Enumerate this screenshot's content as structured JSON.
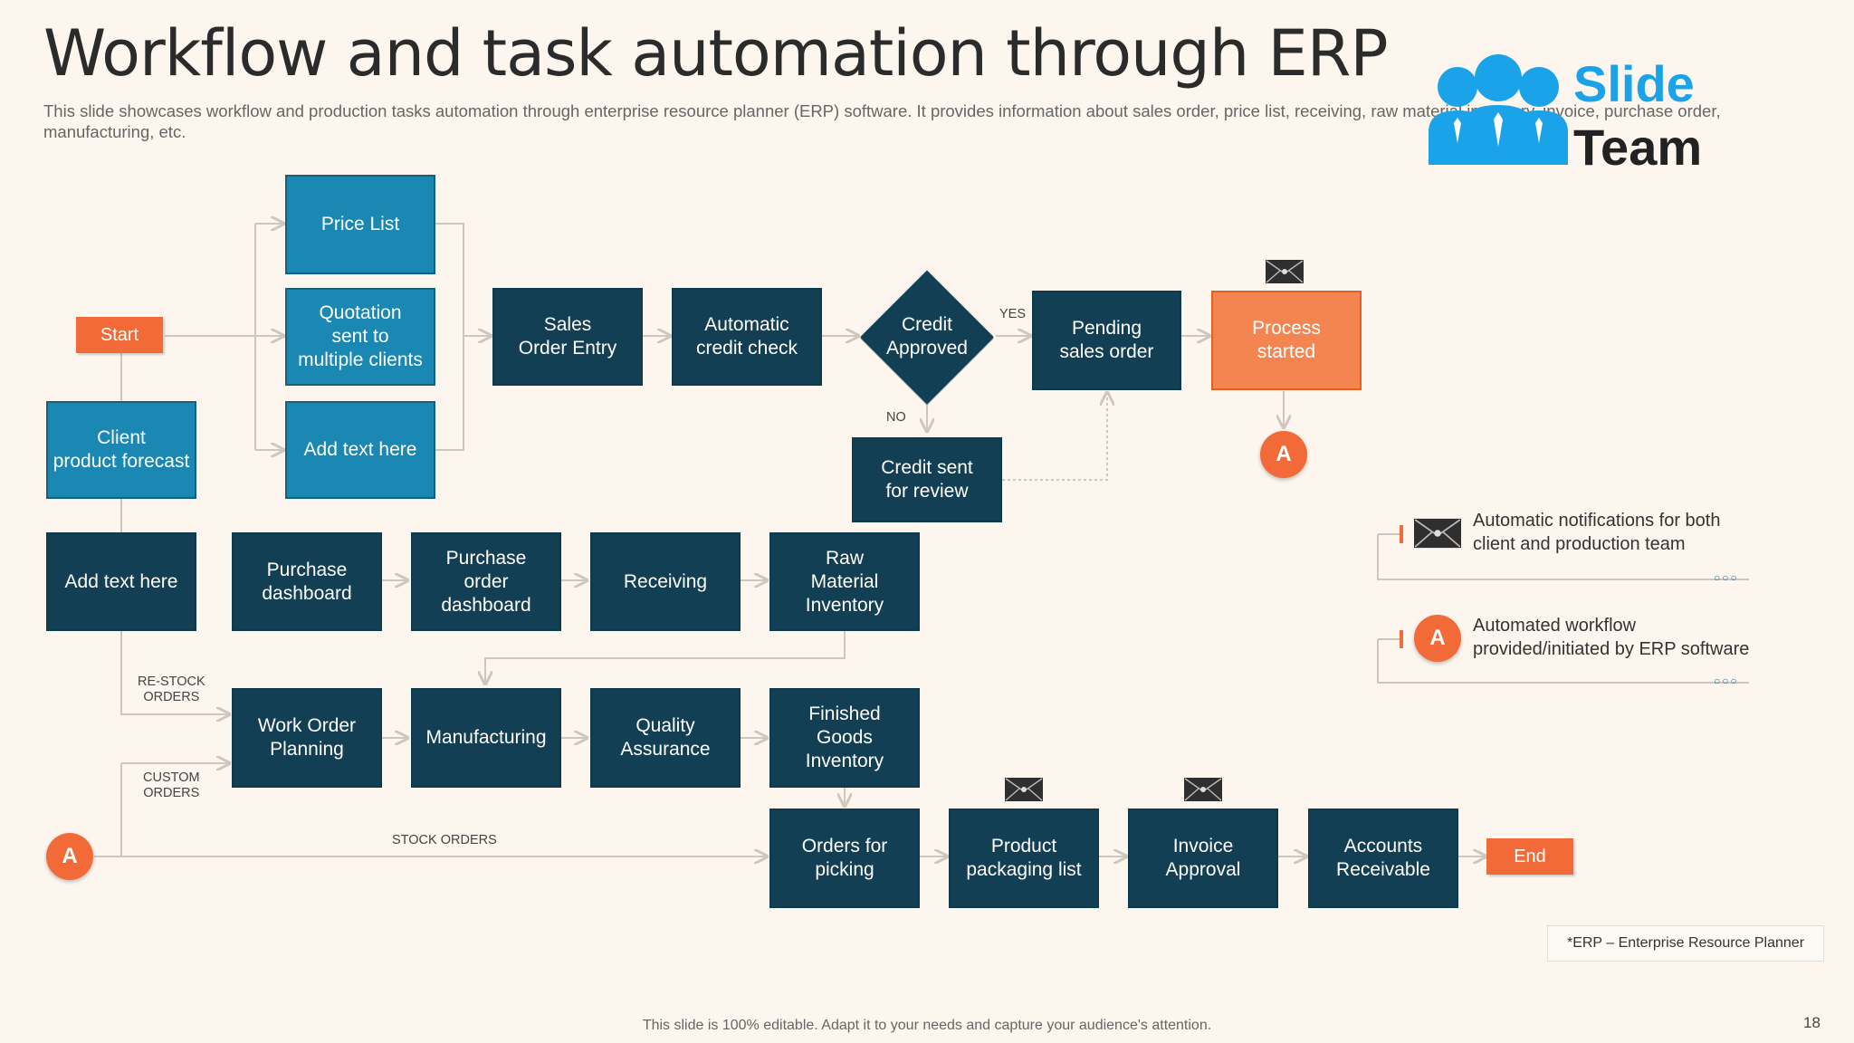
{
  "title": "Workflow and task automation through ERP",
  "subtitle": "This slide showcases workflow and production tasks automation through enterprise resource planner (ERP) software. It provides information about sales order, price list, receiving, raw material inventory, invoice, purchase order, manufacturing, etc.",
  "logo": {
    "line1": "Slide",
    "line2": "Team"
  },
  "nodes": {
    "start": "Start",
    "end": "End",
    "price_list": "Price List",
    "quotation": "Quotation\nsent to\nmultiple clients",
    "add_text_1": "Add text here",
    "client_forecast": "Client\nproduct forecast",
    "sales_order_entry": "Sales\nOrder Entry",
    "auto_credit_check": "Automatic\ncredit check",
    "credit_approved": "Credit\nApproved",
    "pending_sales_order": "Pending\nsales order",
    "process_started": "Process\nstarted",
    "credit_review": "Credit sent\nfor review",
    "add_text_2": "Add text here",
    "purchase_dashboard": "Purchase\ndashboard",
    "po_dashboard": "Purchase\norder\ndashboard",
    "receiving": "Receiving",
    "raw_material": "Raw\nMaterial\nInventory",
    "work_order": "Work Order\nPlanning",
    "manufacturing": "Manufacturing",
    "quality": "Quality\nAssurance",
    "finished_goods": "Finished\nGoods\nInventory",
    "orders_picking": "Orders for\npicking",
    "packaging_list": "Product\npackaging list",
    "invoice_approval": "Invoice\nApproval",
    "accounts_receivable": "Accounts\nReceivable"
  },
  "connector_labels": {
    "yes": "YES",
    "no": "NO",
    "restock": "RE-STOCK\nORDERS",
    "custom": "CUSTOM\nORDERS",
    "stock": "STOCK ORDERS"
  },
  "connector_marker": "A",
  "legend": {
    "notifications": "Automatic notifications for both\nclient and production team",
    "workflow": "Automated workflow\nprovided/initiated   by ERP software"
  },
  "footnote": "*ERP – Enterprise Resource Planner",
  "footer": "This slide is 100% editable. Adapt it to your needs and capture your audience's attention.",
  "page_number": "18",
  "colors": {
    "dark_box": "#133f54",
    "teal_box": "#1b87b3",
    "orange": "#f26a38",
    "background": "#fcf6ee"
  },
  "icons": [
    "envelope-icon",
    "team-logo-icon"
  ]
}
